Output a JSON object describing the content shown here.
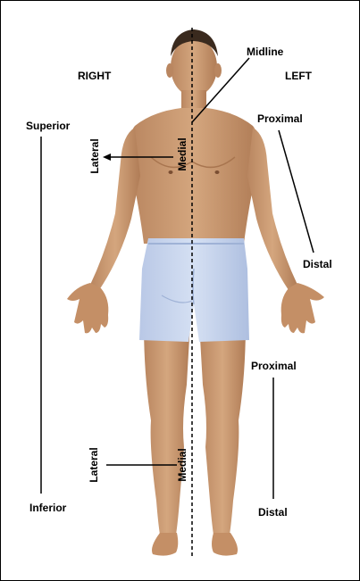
{
  "labels": {
    "right": "RIGHT",
    "left": "LEFT",
    "midline": "Midline",
    "superior": "Superior",
    "inferior": "Inferior",
    "proximal_arm": "Proximal",
    "distal_arm": "Distal",
    "proximal_leg": "Proximal",
    "distal_leg": "Distal",
    "lateral_upper": "Lateral",
    "medial_upper": "Medial",
    "lateral_lower": "Lateral",
    "medial_lower": "Medial"
  },
  "colors": {
    "skin": "#c99a72",
    "skin_shadow": "#a8754f",
    "hair": "#3a2a1e",
    "shorts": "#c5d3ec",
    "shorts_shadow": "#9fb2d6",
    "line": "#000000"
  }
}
